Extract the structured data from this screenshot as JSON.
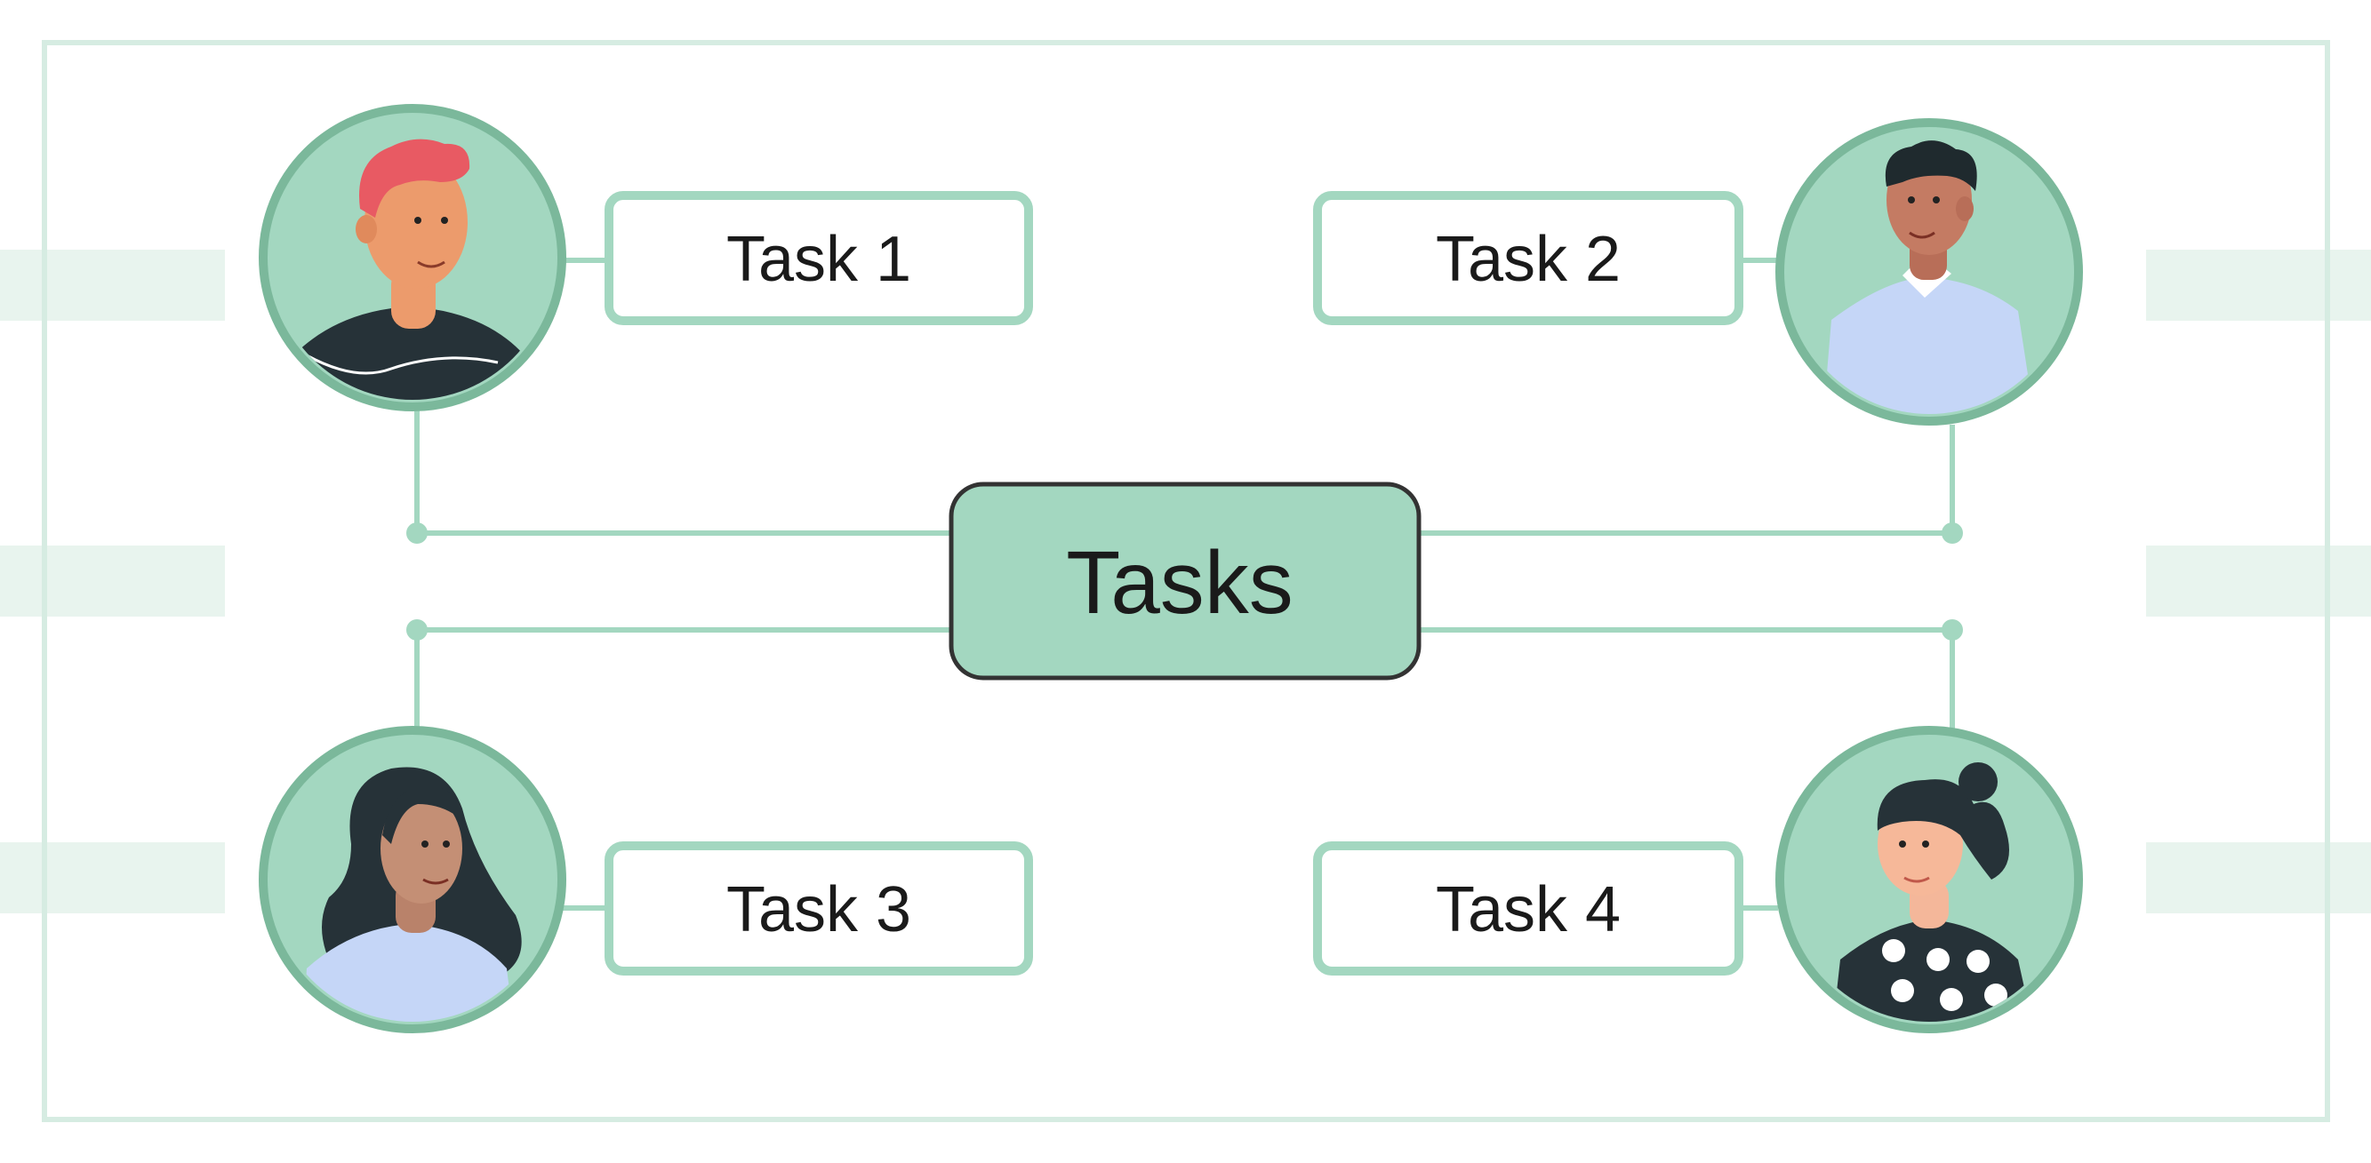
{
  "diagram": {
    "hub": {
      "label": "Tasks"
    },
    "tasks": [
      {
        "label": "Task 1",
        "person": "man-red-hair-avatar"
      },
      {
        "label": "Task 2",
        "person": "man-blue-shirt-avatar"
      },
      {
        "label": "Task 3",
        "person": "woman-long-hair-avatar"
      },
      {
        "label": "Task 4",
        "person": "woman-polka-dot-avatar"
      }
    ]
  },
  "colors": {
    "accent": "#a3d7c0",
    "ring": "#7bb89b",
    "frame": "#d6ece2",
    "text": "#1a1a1a",
    "hub_border": "#333333"
  }
}
